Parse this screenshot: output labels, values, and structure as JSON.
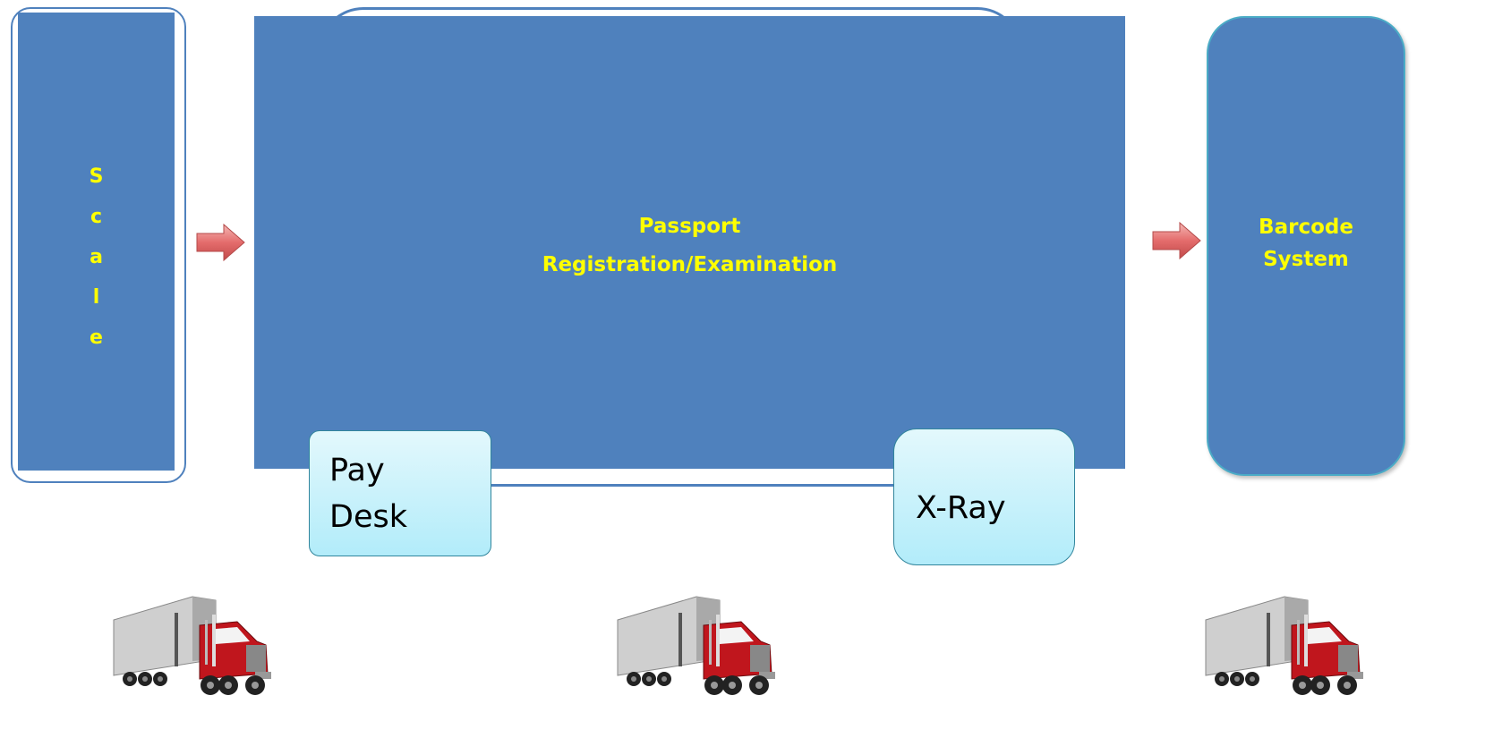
{
  "diagram": {
    "scale": {
      "letters": [
        "S",
        "c",
        "a",
        "l",
        "e"
      ]
    },
    "passport": {
      "line1": "Passport",
      "line2": "Registration/Examination"
    },
    "barcode": {
      "line1": "Barcode",
      "line2": "System"
    },
    "pay_desk": {
      "line1": "Pay",
      "line2": "Desk"
    },
    "xray": {
      "label": "X-Ray"
    },
    "colors": {
      "box_fill": "#4f81bd",
      "label_text": "#ffff00",
      "light_box_fill": "#b2ecfa",
      "arrow_fill": "#e46c6c",
      "truck_cab": "#c0161d",
      "truck_trailer": "#c8c8c8"
    },
    "icons": [
      "right-arrow-icon",
      "truck-icon"
    ]
  }
}
